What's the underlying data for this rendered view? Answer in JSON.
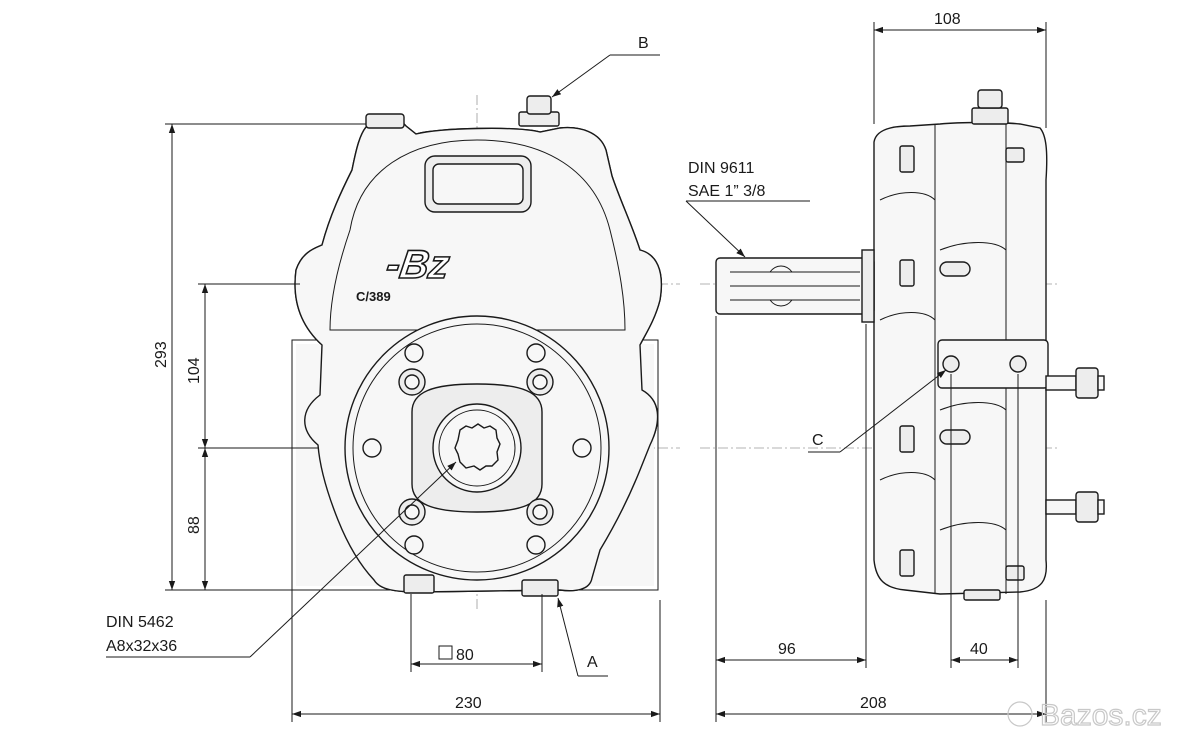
{
  "callouts": {
    "B": "B",
    "A": "A",
    "C": "C"
  },
  "notes": {
    "din9611_line1": "DIN 9611",
    "din9611_line2": "SAE 1” 3/8",
    "din5462_line1": "DIN 5462",
    "din5462_line2": "A8x32x36"
  },
  "body_text": {
    "logo": "-Bz",
    "model": "C/389"
  },
  "dimensions": {
    "d293": "293",
    "d104": "104",
    "d88": "88",
    "d80": "80",
    "d230": "230",
    "d108": "108",
    "d96": "96",
    "d40": "40",
    "d208": "208"
  },
  "watermark": "Bazos.cz",
  "colors": {
    "line": "#1a1a1a",
    "centerline": "#9a9a9a",
    "watermark": "#c8c8c8"
  }
}
